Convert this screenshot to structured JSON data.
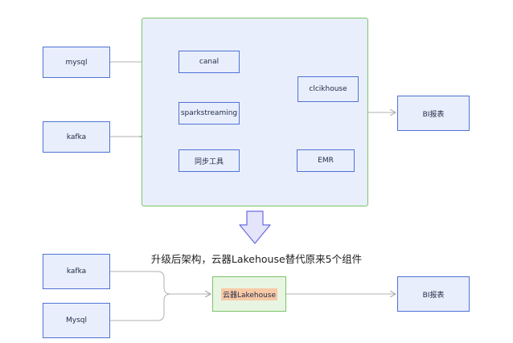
{
  "top": {
    "sources": {
      "mysql": "mysql",
      "kafka": "kafka"
    },
    "tools": {
      "canal": "canal",
      "spark": "sparkstreaming",
      "sync": "同步工具"
    },
    "targets": {
      "ch": "clcikhouse",
      "emr": "EMR"
    },
    "bi": "BI报表"
  },
  "caption": "升级后架构，云器Lakehouse替代原来5个组件",
  "bottom": {
    "sources": {
      "kafka": "kafka",
      "mysql": "Mysql"
    },
    "lakehouse": "云器Lakehouse",
    "bi": "BI报表"
  },
  "colors": {
    "node_border": "#4f72d6",
    "node_fill": "#e8eefb",
    "group_border": "#7cc46a",
    "edge": "#b0b0b0",
    "down_arrow_border": "#6a6ae0",
    "down_arrow_fill": "#e4e4fb",
    "highlight": "#f7c9a7"
  }
}
